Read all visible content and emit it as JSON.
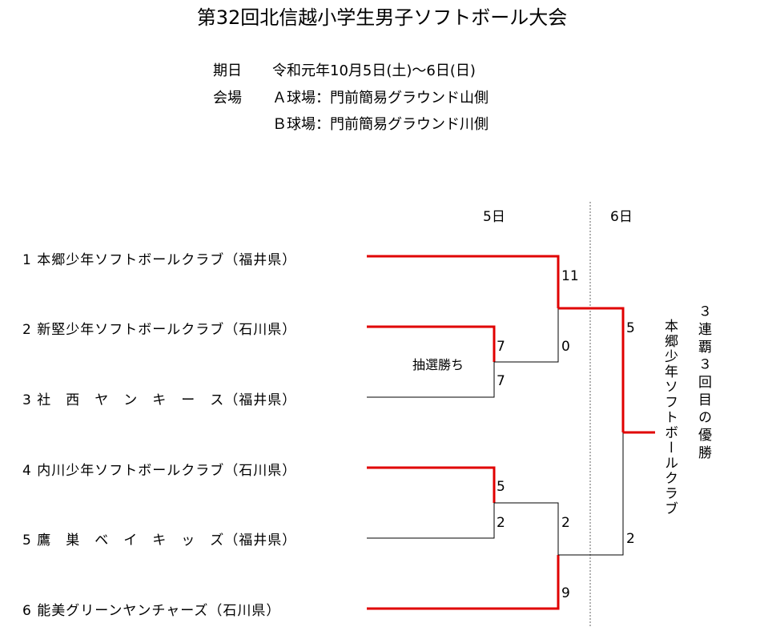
{
  "title": "第32回北信越小学生男子ソフトボール大会",
  "info": {
    "date_label": "期日",
    "date_value": "令和元年10月5日(土)〜6日(日)",
    "venue_label": "会場",
    "venue_a": "Ａ球場：門前簡易グラウンド山側",
    "venue_b": "Ｂ球場：門前簡易グラウンド川側"
  },
  "days": [
    "5日",
    "6日"
  ],
  "teams": [
    "1 本郷少年ソフトボールクラブ（福井県）",
    "2 新堅少年ソフトボールクラブ（石川県）",
    "3 社　西　ヤ　ン　キ　ー　ス（福井県）",
    "4 内川少年ソフトボールクラブ（石川県）",
    "5 鷹　巣　ベ　イ　キ　ッ　ズ（福井県）",
    "6 能美グリーンヤンチャーズ（石川県）"
  ],
  "scores": {
    "r1_2": "7",
    "r1_3": "7",
    "r1_4": "5",
    "r1_5": "2",
    "sf_1": "11",
    "sf_w23": "0",
    "sf_w45": "2",
    "sf_6": "9",
    "f_top": "5",
    "f_bottom": "2"
  },
  "lottery_note": "抽選勝ち",
  "champion": "本郷少年ソフトボールクラブ",
  "champion_note": "３連覇３回目の優勝",
  "colors": {
    "winner": "#e00000",
    "loser": "#000000",
    "divider": "#666666"
  }
}
